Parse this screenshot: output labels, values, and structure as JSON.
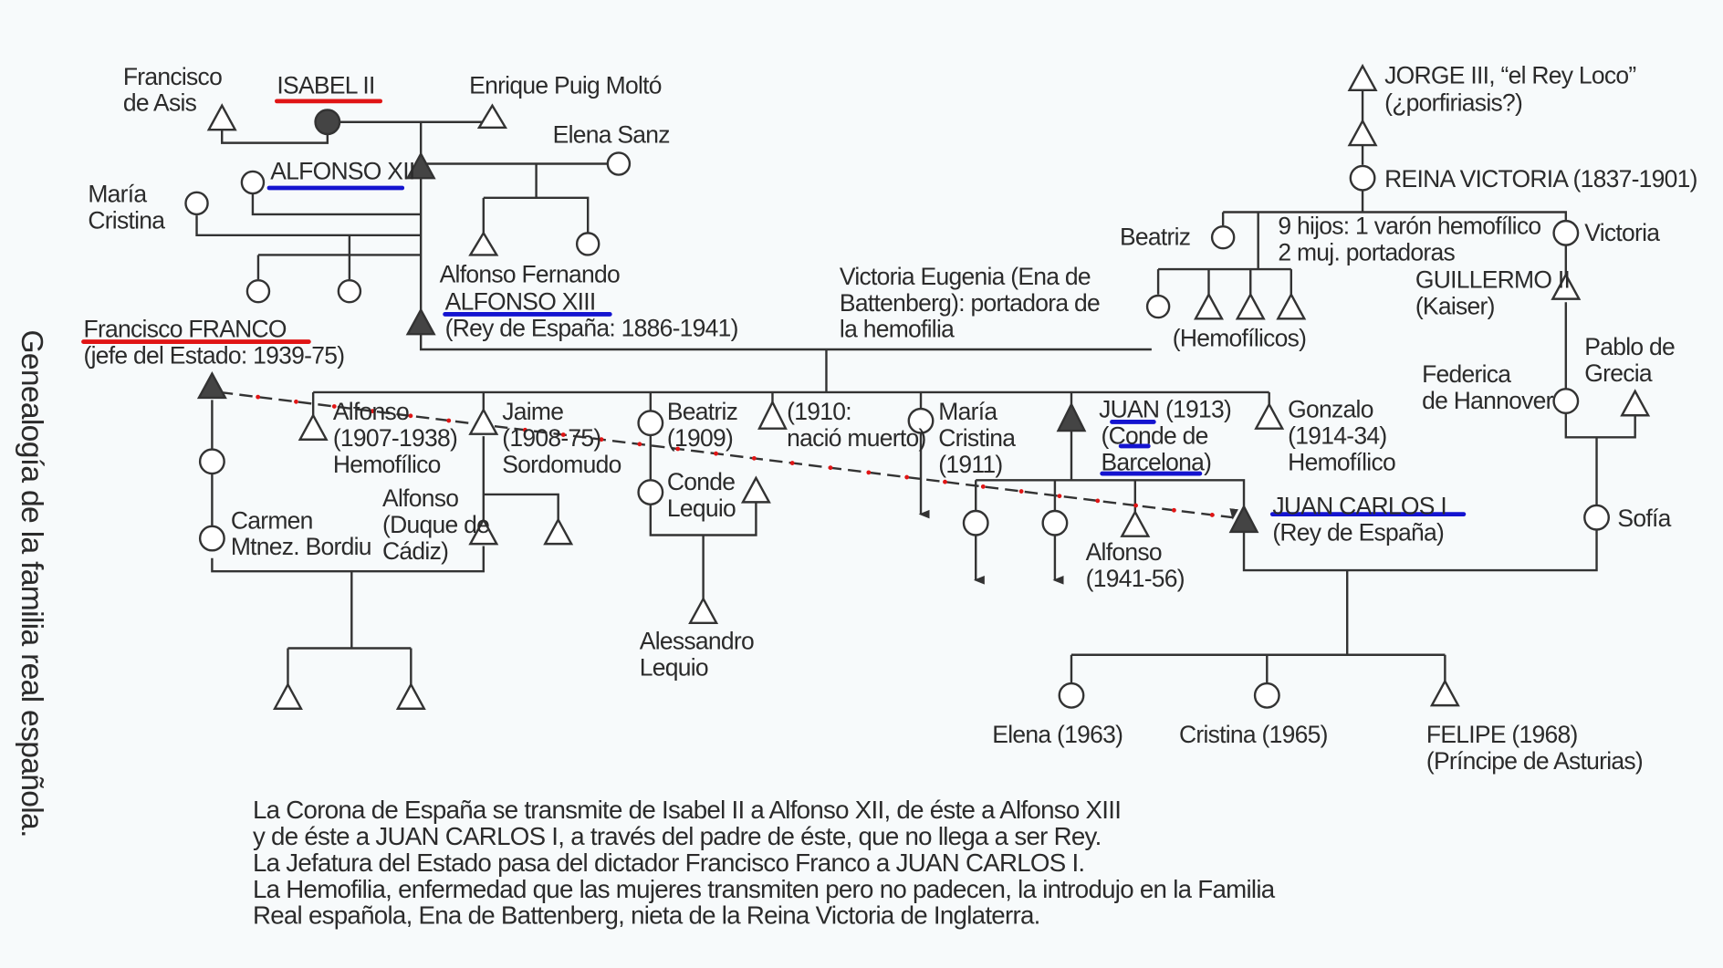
{
  "title": "Genealogía de la familia real española.",
  "people": {
    "francisco_asis": [
      "Francisco",
      "de Asis"
    ],
    "isabel2": "ISABEL II",
    "enrique": "Enrique Puig Moltó",
    "elena_sanz": "Elena Sanz",
    "alfonso12": "ALFONSO XII",
    "maria_cristina": [
      "María",
      "Cristina"
    ],
    "alfonso_fernando": "Alfonso  Fernando",
    "alfonso13": "ALFONSO XIII",
    "alfonso13_sub": "(Rey de España: 1886-1941)",
    "franco": "Francisco FRANCO",
    "franco_sub": "(jefe del Estado: 1939-75)",
    "victoria_eugenia": [
      "Victoria Eugenia (Ena de",
      "Battenberg): portadora de",
      "la hemofilia"
    ],
    "jorge3": [
      "JORGE III, “el Rey Loco”",
      "(¿porfiriasis?)"
    ],
    "reina_victoria": "REINA VICTORIA (1837-1901)",
    "beatriz_b": "Beatriz",
    "nueve_hijos": [
      "9 hijos: 1 varón hemofílico",
      "2 muj. portadoras"
    ],
    "victoria": "Victoria",
    "guillermo": [
      "GUILLERMO II",
      "(Kaiser)"
    ],
    "hemofilicos": "(Hemofílicos)",
    "pablo": [
      "Pablo de",
      "Grecia"
    ],
    "federica": [
      "Federica",
      "de Hannover"
    ],
    "alfonso_1907": [
      "Alfonso",
      "(1907-1938)",
      "Hemofílico"
    ],
    "jaime": [
      "Jaime",
      "(1908-75)",
      "Sordomudo"
    ],
    "beatriz_1909": [
      "Beatriz",
      "(1909)"
    ],
    "nacio_muerto": [
      "(1910:",
      "nació muerto)"
    ],
    "maria_cristina_1911": [
      "María",
      "Cristina",
      "(1911)"
    ],
    "juan": "JUAN",
    "juan_year": " (1913)",
    "conde_barcelona": [
      "(Conde de",
      "Barcelona)"
    ],
    "gonzalo": [
      "Gonzalo",
      "(1914-34)",
      "Hemofílico"
    ],
    "conde_lequio": [
      "Conde",
      "Lequio"
    ],
    "alfonso_cadiz": [
      "Alfonso",
      "(Duque de",
      "Cádiz)"
    ],
    "carmen": [
      "Carmen",
      "Mtnez. Bordiu"
    ],
    "alessandro": [
      "Alessandro",
      "Lequio"
    ],
    "juan_carlos": "JUAN CARLOS I",
    "juan_carlos_sub": "(Rey de España)",
    "sofia": "Sofía",
    "alfonso_1941": [
      "Alfonso",
      "(1941-56)"
    ],
    "elena": "Elena (1963)",
    "cristina": "Cristina (1965)",
    "felipe": [
      "FELIPE (1968)",
      "(Príncipe de Asturias)"
    ]
  },
  "caption": [
    "La Corona de España se transmite de Isabel II a Alfonso XII, de éste a Alfonso XIII",
    "y de éste a JUAN CARLOS I, a través del padre de éste, que no llega a ser Rey.",
    "La Jefatura del Estado pasa del dictador Francisco Franco a JUAN CARLOS I.",
    "La Hemofilia, enfermedad que las mujeres transmiten pero no padecen, la introdujo en la Familia",
    "Real española, Ena de Battenberg, nieta de la Reina Victoria de Inglaterra."
  ],
  "colors": {
    "crown_line": "#1414d0",
    "state_line": "#e01515"
  }
}
